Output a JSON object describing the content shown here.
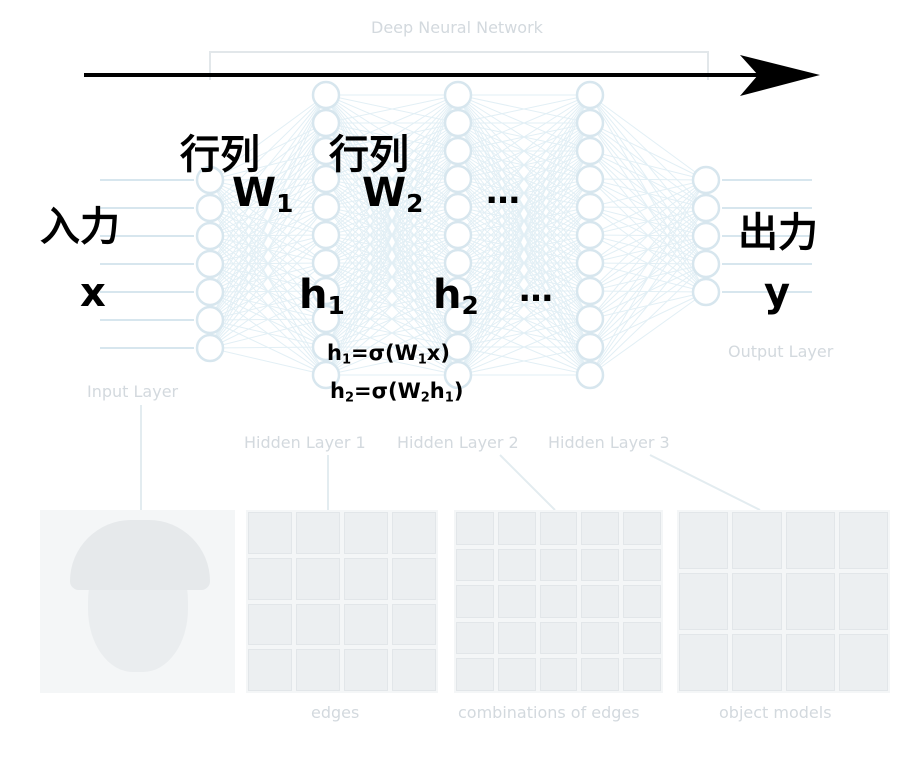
{
  "background_figure": {
    "title": "Deep Neural Network",
    "input_layer": "Input Layer",
    "hidden_layer_1": "Hidden Layer 1",
    "hidden_layer_2": "Hidden Layer 2",
    "hidden_layer_3": "Hidden Layer 3",
    "output_layer": "Output Layer",
    "panel_edges": "edges",
    "panel_combinations": "combinations of edges",
    "panel_object_models": "object models"
  },
  "annotations": {
    "input_label": "入力",
    "input_var": "x",
    "matrix_1_label": "行列",
    "matrix_1_var": "W",
    "matrix_1_sub": "1",
    "matrix_2_label": "行列",
    "matrix_2_var": "W",
    "matrix_2_sub": "2",
    "ellipsis_top": "…",
    "hidden_1_var": "h",
    "hidden_1_sub": "1",
    "hidden_2_var": "h",
    "hidden_2_sub": "2",
    "ellipsis_mid": "…",
    "output_label": "出力",
    "output_var": "y",
    "eq1": {
      "lhs": "h",
      "lhs_sub": "1",
      "mid": "=σ(W",
      "w_sub": "1",
      "tail": "x)"
    },
    "eq2": {
      "lhs": "h",
      "lhs_sub": "2",
      "mid": "=σ(W",
      "w_sub": "2",
      "h": "h",
      "h_sub": "1",
      "tail": ")"
    }
  },
  "colors": {
    "arrow": "#000000",
    "faint_node": "#d7e6ee",
    "faint_link": "#e2eff5",
    "faint_text": "#d3d9de"
  }
}
